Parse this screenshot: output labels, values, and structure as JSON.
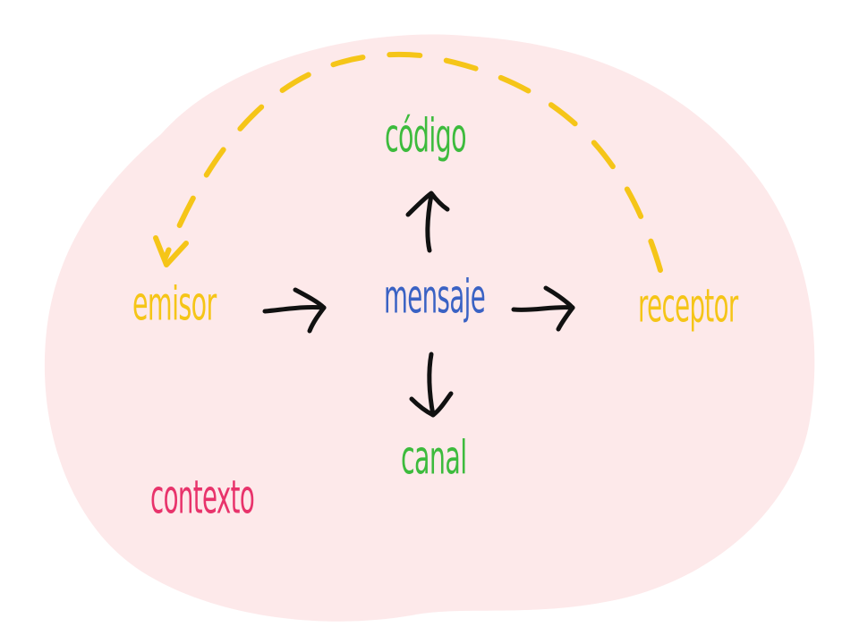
{
  "diagram": {
    "nodes": {
      "emisor": {
        "label": "emisor",
        "color": "#f5c518"
      },
      "mensaje": {
        "label": "mensaje",
        "color": "#3a62c4"
      },
      "receptor": {
        "label": "receptor",
        "color": "#f5c518"
      },
      "codigo": {
        "label": "código",
        "color": "#3dbb3d"
      },
      "canal": {
        "label": "canal",
        "color": "#3dbb3d"
      },
      "contexto": {
        "label": "contexto",
        "color": "#e8336b"
      }
    },
    "edges": [
      {
        "from": "emisor",
        "to": "receptor",
        "style": "solid",
        "color": "#111111"
      },
      {
        "from": "mensaje",
        "to": "receptor",
        "style": "solid",
        "color": "#111111"
      },
      {
        "from": "mensaje",
        "to": "codigo",
        "style": "solid",
        "color": "#111111"
      },
      {
        "from": "mensaje",
        "to": "canal",
        "style": "solid",
        "color": "#111111"
      },
      {
        "from": "receptor",
        "to": "emisor",
        "style": "dashed",
        "color": "#f5c518"
      }
    ],
    "background_color": "#fde9ea"
  }
}
